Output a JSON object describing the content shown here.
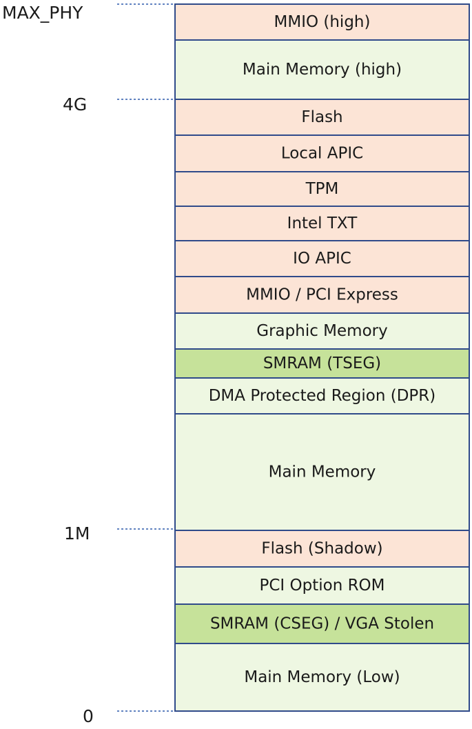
{
  "palette": {
    "mmio": "#fce4d6",
    "memory": "#eef7e2",
    "smram": "#c6e29a",
    "border": "#2f4a8a",
    "marker_line": "#4a70b8"
  },
  "regions": [
    {
      "label": "MMIO (high)",
      "kind": "mmio"
    },
    {
      "label": "Main Memory (high)",
      "kind": "memory"
    },
    {
      "label": "Flash",
      "kind": "mmio"
    },
    {
      "label": "Local APIC",
      "kind": "mmio"
    },
    {
      "label": "TPM",
      "kind": "mmio"
    },
    {
      "label": "Intel TXT",
      "kind": "mmio"
    },
    {
      "label": "IO APIC",
      "kind": "mmio"
    },
    {
      "label": "MMIO / PCI Express",
      "kind": "mmio"
    },
    {
      "label": "Graphic Memory",
      "kind": "memory"
    },
    {
      "label": "SMRAM (TSEG)",
      "kind": "smram"
    },
    {
      "label": "DMA Protected Region (DPR)",
      "kind": "memory"
    },
    {
      "label": "Main Memory",
      "kind": "memory"
    },
    {
      "label": "Flash (Shadow)",
      "kind": "mmio"
    },
    {
      "label": "PCI Option ROM",
      "kind": "memory"
    },
    {
      "label": "SMRAM (CSEG) / VGA Stolen",
      "kind": "smram"
    },
    {
      "label": "Main Memory (Low)",
      "kind": "memory"
    }
  ],
  "markers": [
    {
      "label": "MAX_PHY"
    },
    {
      "label": "4G"
    },
    {
      "label": "1M"
    },
    {
      "label": "0"
    }
  ]
}
